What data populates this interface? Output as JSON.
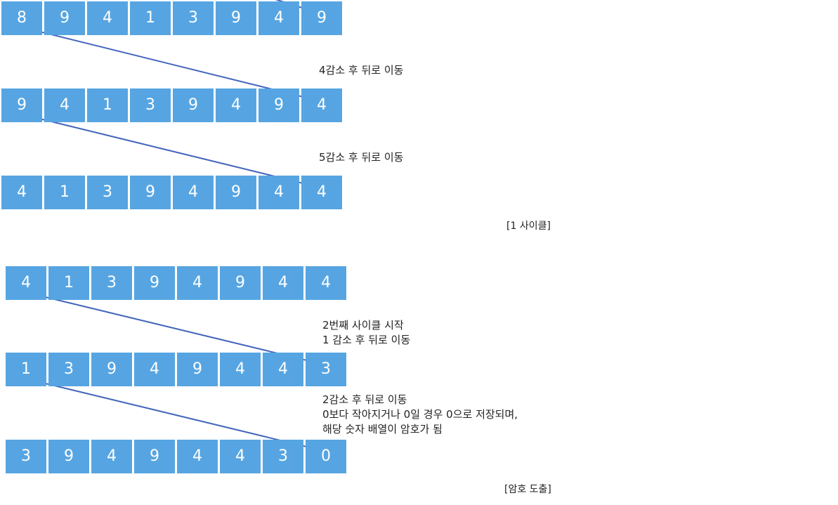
{
  "rows": [
    {
      "cells": [
        "8",
        "9",
        "4",
        "1",
        "3",
        "9",
        "4",
        "9"
      ]
    },
    {
      "cells": [
        "9",
        "4",
        "1",
        "3",
        "9",
        "4",
        "9",
        "4"
      ]
    },
    {
      "cells": [
        "4",
        "1",
        "3",
        "9",
        "4",
        "9",
        "4",
        "4"
      ]
    },
    {
      "cells": [
        "4",
        "1",
        "3",
        "9",
        "4",
        "9",
        "4",
        "4"
      ]
    },
    {
      "cells": [
        "1",
        "3",
        "9",
        "4",
        "9",
        "4",
        "4",
        "3"
      ]
    },
    {
      "cells": [
        "3",
        "9",
        "4",
        "9",
        "4",
        "4",
        "3",
        "0"
      ]
    }
  ],
  "notes": {
    "step_4": "4감소 후 뒤로 이동",
    "step_5": "5감소 후 뒤로 이동",
    "cycle2_line1": "2번째 사이클 시작",
    "cycle2_line2": "1 감소 후 뒤로 이동",
    "step_2_line1": "2감소 후 뒤로 이동",
    "step_2_line2": "0보다 작아지거나 0일 경우 0으로 저장되며,",
    "step_2_line3": "해당 숫자 배열이 암호가 됨"
  },
  "captions": {
    "cycle1": "[1 사이클]",
    "result": "[암호 도출]"
  },
  "colors": {
    "cell_fill": "#56a5e2",
    "cell_text": "#ffffff",
    "arrow": "#4466bb"
  }
}
